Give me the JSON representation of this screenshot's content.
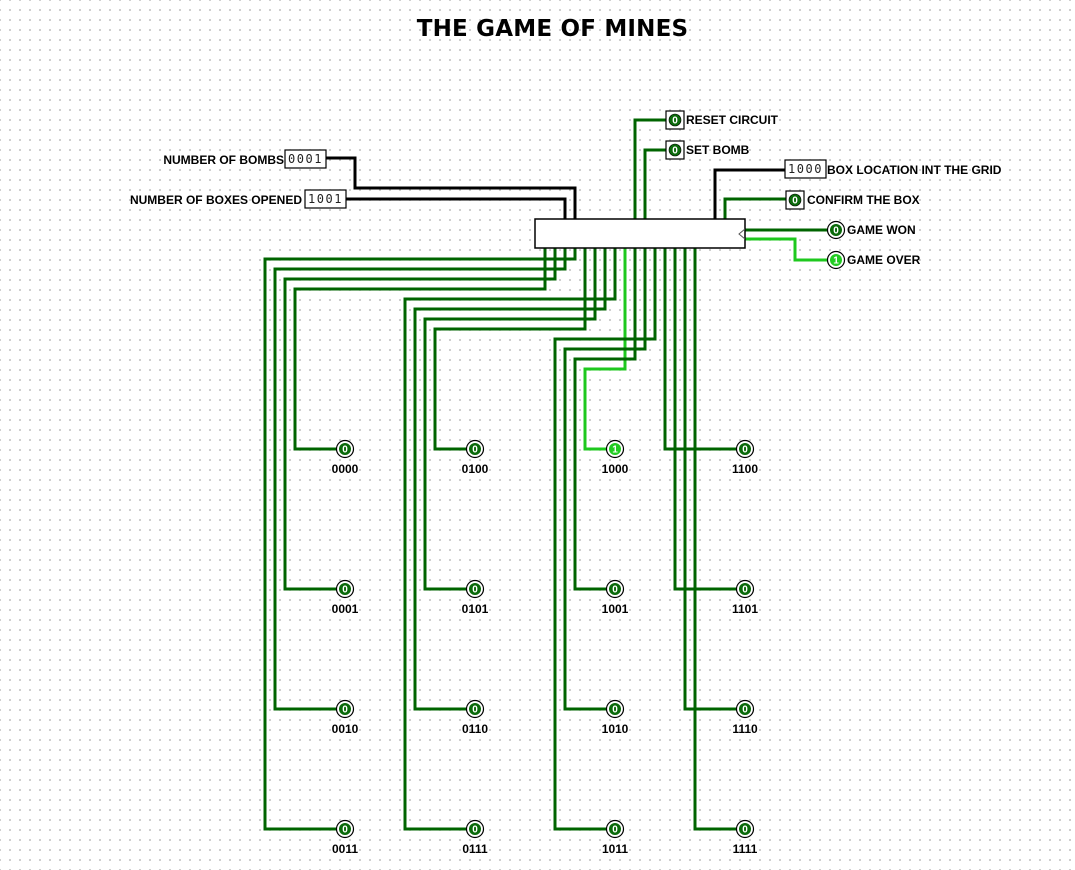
{
  "title": "THE GAME OF MINES",
  "colors": {
    "wire_low": "#006400",
    "wire_high": "#1ec81e",
    "wire_bus": "#000000",
    "led_off": "#0a6a0a",
    "led_on": "#22cc22"
  },
  "inputs": {
    "bombs": {
      "label": "NUMBER OF BOMBS",
      "value": "0001"
    },
    "opened": {
      "label": "NUMBER OF BOXES OPENED",
      "value": "1001"
    },
    "location": {
      "label": "BOX LOCATION INT THE GRID",
      "value": "1000"
    },
    "reset": {
      "label": "RESET CIRCUIT",
      "value": "0"
    },
    "set_bomb": {
      "label": "SET BOMB",
      "value": "0"
    },
    "confirm": {
      "label": "CONFIRM THE BOX",
      "value": "0"
    }
  },
  "outputs": {
    "game_won": {
      "label": "GAME WON",
      "value": "0"
    },
    "game_over": {
      "label": "GAME OVER",
      "value": "1"
    }
  },
  "grid": [
    {
      "label": "0000",
      "value": "0"
    },
    {
      "label": "0001",
      "value": "0"
    },
    {
      "label": "0010",
      "value": "0"
    },
    {
      "label": "0011",
      "value": "0"
    },
    {
      "label": "0100",
      "value": "0"
    },
    {
      "label": "0101",
      "value": "0"
    },
    {
      "label": "0110",
      "value": "0"
    },
    {
      "label": "0111",
      "value": "0"
    },
    {
      "label": "1000",
      "value": "1"
    },
    {
      "label": "1001",
      "value": "0"
    },
    {
      "label": "1010",
      "value": "0"
    },
    {
      "label": "1011",
      "value": "0"
    },
    {
      "label": "1100",
      "value": "0"
    },
    {
      "label": "1101",
      "value": "0"
    },
    {
      "label": "1110",
      "value": "0"
    },
    {
      "label": "1111",
      "value": "0"
    }
  ]
}
